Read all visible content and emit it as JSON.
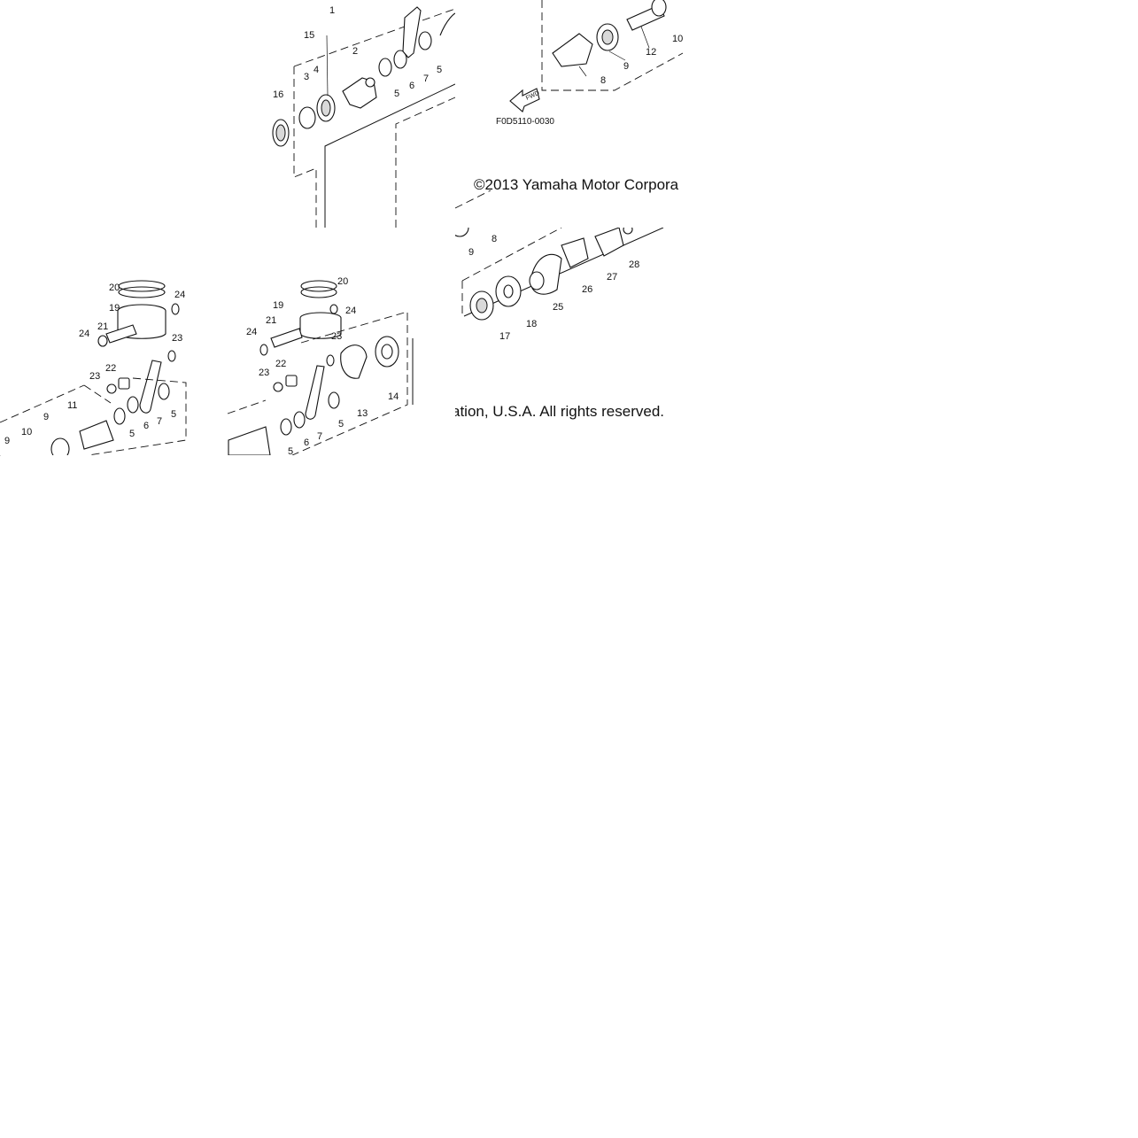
{
  "diagram": {
    "ref_code": "F0D5110-0030",
    "fwd_label": "FWD",
    "copyright_left": "©2013 Yamaha Motor Corpora",
    "copyright_right": "ation, U.S.A. All rights reserved.",
    "tiles": {
      "t00": [
        "1",
        "15",
        "2",
        "3",
        "4",
        "5",
        "6",
        "7",
        "5",
        "16"
      ],
      "t01": [
        "9",
        "12",
        "10",
        "8"
      ],
      "t10": [
        "20",
        "24",
        "19",
        "21",
        "24",
        "23",
        "22",
        "23",
        "8"
      ],
      "t11": [
        "20",
        "24"
      ],
      "t12": [
        "9",
        "8"
      ],
      "t20": [
        "20",
        "24",
        "19",
        "21",
        "24",
        "23",
        "22",
        "23",
        "11",
        "9",
        "10",
        "9",
        "5",
        "6",
        "7",
        "5"
      ],
      "t21": [
        "20",
        "19",
        "24",
        "21",
        "24",
        "23",
        "22",
        "23",
        "5",
        "6",
        "7",
        "5",
        "13",
        "14"
      ],
      "t22": [
        "17",
        "18",
        "25",
        "26",
        "27",
        "28"
      ]
    }
  }
}
